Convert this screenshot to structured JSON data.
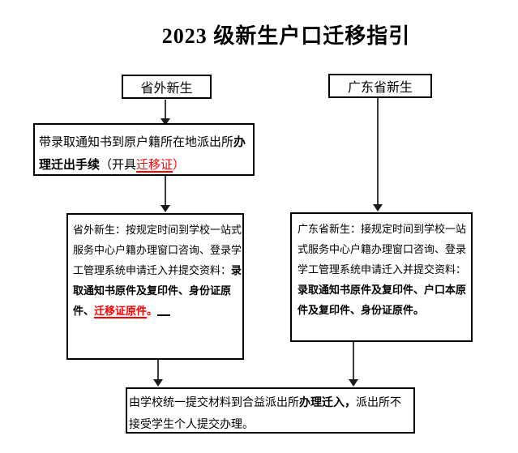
{
  "title": "2023 级新生户口迁移指引",
  "colors": {
    "accent_red": "#ff0000",
    "text": "#000000",
    "border": "#000000"
  },
  "flow": {
    "province_out_label": "省外新生",
    "guangdong_label": "广东省新生",
    "transfer_out": {
      "l1_normal": "带录取通知书到原户籍所在地派出所",
      "l1_bold": "办",
      "l2_bold": "理迁出手续",
      "l2_normal": "（开具",
      "l2_red_underline": "迁移证",
      "l2_red": "）"
    },
    "province_out_detail": {
      "l1": "省外新生：按规定时间到学校一站式",
      "l2": "服务中心户籍办理窗口咨询、登录学",
      "l3_normal": "工管理系统申请迁入并提交资料：",
      "l3_bold": "录",
      "l4_bold": "取通知书原件及复印件、身份证原",
      "l5_bold": "件、",
      "l5_red_underline": "迁移证原件",
      "l5_red_period": "。"
    },
    "guangdong_detail": {
      "l1": "广东省新生：接规定时间到学校一站",
      "l2": "式服务中心户籍办理窗口咨询、登录",
      "l3": "学工管理系统申请迁入并提交资料：",
      "l4_bold": "录取通知书原件及复印件、户口本原",
      "l5_bold": "件及复印件、身份证原件。"
    },
    "final": {
      "l1_normal": "由学校统一提交材料到合益派出所",
      "l1_bold": "办理迁入，",
      "l1_normal2": "派出所不",
      "l2": "接受学生个人提交办理。"
    }
  }
}
